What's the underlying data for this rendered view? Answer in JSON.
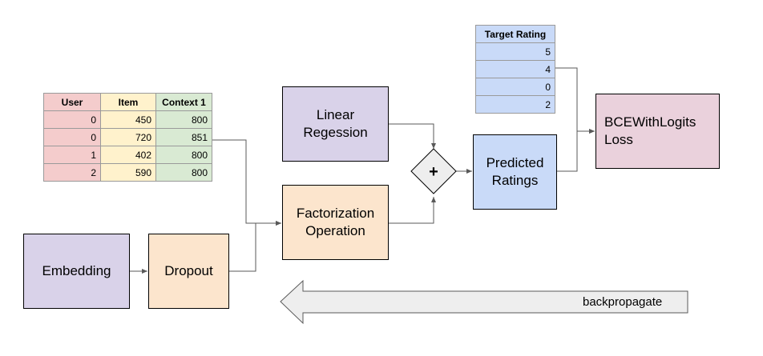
{
  "data_table": {
    "headers": [
      "User",
      "Item",
      "Context 1"
    ],
    "rows": [
      [
        "0",
        "450",
        "800"
      ],
      [
        "0",
        "720",
        "851"
      ],
      [
        "1",
        "402",
        "800"
      ],
      [
        "2",
        "590",
        "800"
      ]
    ],
    "colors": {
      "user": "#f4cccc",
      "item": "#fff2cc",
      "context": "#d9ead3"
    }
  },
  "target_table": {
    "header": "Target Rating",
    "rows": [
      "5",
      "4",
      "0",
      "2"
    ],
    "color": "#c9daf8"
  },
  "nodes": {
    "embedding": "Embedding",
    "dropout": "Dropout",
    "linear_regression": "Linear\nRegession",
    "factorization": "Factorization\nOperation",
    "plus": "+",
    "predicted": "Predicted\nRatings",
    "loss": "BCEWithLogits\nLoss"
  },
  "backprop": {
    "label": "backpropagate"
  },
  "colors": {
    "purple": "#d9d2e9",
    "orange": "#fce5cd",
    "blue": "#c9daf8",
    "pink": "#ead1dc",
    "grey": "#eeeeee",
    "line": "#595959"
  }
}
